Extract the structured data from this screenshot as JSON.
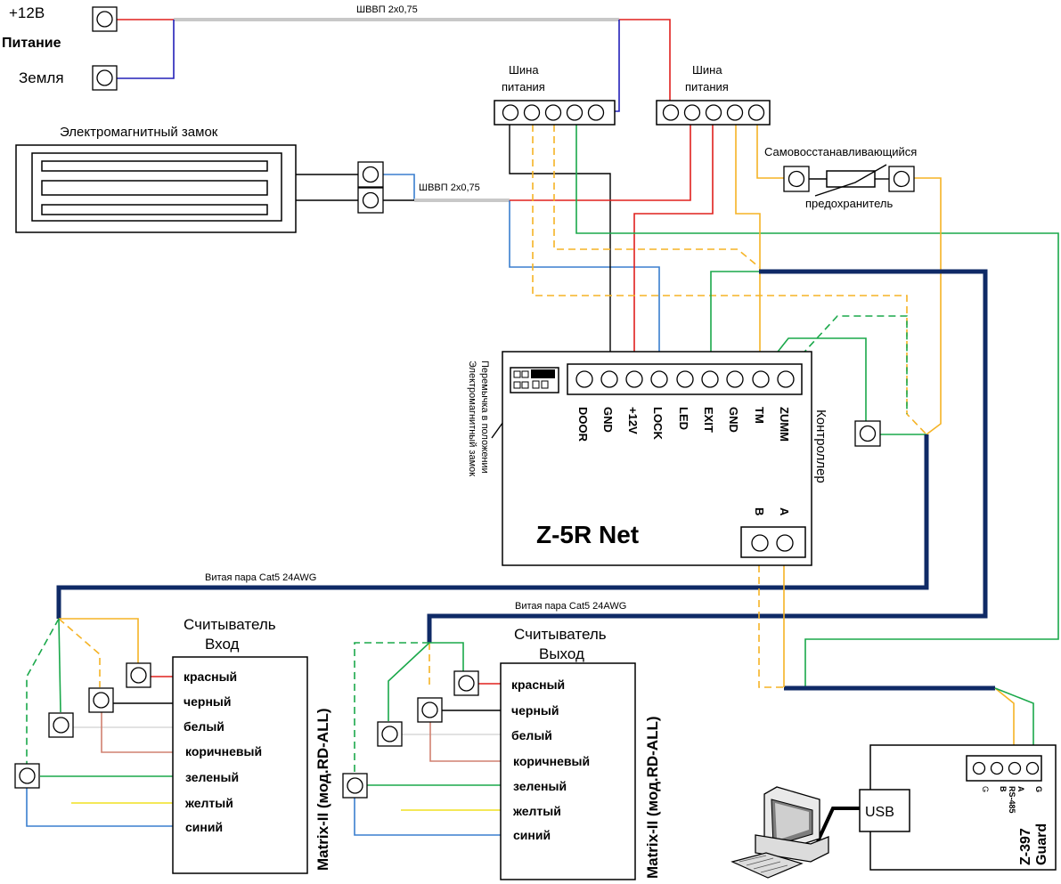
{
  "power": {
    "plus12v": "+12В",
    "title": "Питание",
    "ground": "Земля"
  },
  "cables": {
    "shvvp_top": "ШВВП 2х0,75",
    "shvvp_lock": "ШВВП 2х0,75",
    "cat5_1": "Витая пара Cat5 24AWG",
    "cat5_2": "Витая пара Cat5 24AWG"
  },
  "bus_left": {
    "label_line1": "Шина",
    "label_line2": "питания"
  },
  "bus_right": {
    "label_line1": "Шина",
    "label_line2": "питания"
  },
  "lock": {
    "title": "Электромагнитный замок"
  },
  "fuse": {
    "label_line1": "Самовосстанавливающийся",
    "label_line2": "предохранитель"
  },
  "jumper": {
    "line1": "Перемычка в положении",
    "line2": "Электромагнитный замок"
  },
  "controller": {
    "side_label": "Контроллер",
    "model": "Z-5R Net",
    "terminals": [
      "DOOR",
      "GND",
      "+12V",
      "LOCK",
      "LED",
      "EXIT",
      "GND",
      "TM",
      "ZUMM"
    ],
    "rs485_a": "A",
    "rs485_b": "B"
  },
  "reader_in": {
    "title_line1": "Считыватель",
    "title_line2": "Вход",
    "model": "Matrix-II (мод.RD-ALL)",
    "wires": [
      "красный",
      "черный",
      "белый",
      "коричневый",
      "зеленый",
      "желтый",
      "синий"
    ]
  },
  "reader_out": {
    "title_line1": "Считыватель",
    "title_line2": "Выход",
    "model": "Matrix-II (мод.RD-ALL)",
    "wires": [
      "красный",
      "черный",
      "белый",
      "коричневый",
      "зеленый",
      "желтый",
      "синий"
    ]
  },
  "converter": {
    "model_line1": "Z-397",
    "model_line2": "Guard",
    "usb": "USB",
    "pins": [
      "G",
      "A",
      "B",
      "G"
    ],
    "rs485": "RS-485"
  },
  "wire_colors": {
    "red": "#e0201d",
    "blue": "#2320b8",
    "green": "#1aa84a",
    "yellow": "#f5b325",
    "twisted_pair": "#0f2a66"
  }
}
